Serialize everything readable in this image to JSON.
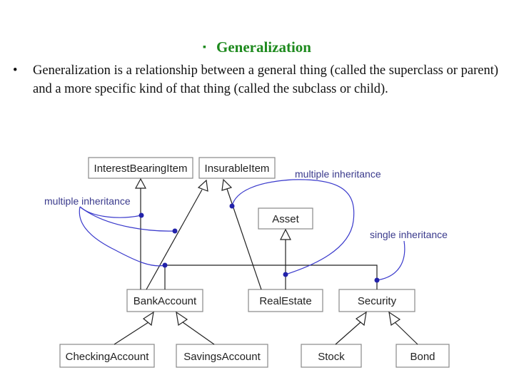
{
  "heading": {
    "bullet": "▪",
    "title": "Generalization"
  },
  "paragraph": {
    "bullet": "•",
    "text": "Generalization is a relationship between a general thing (called the superclass or parent) and a more specific kind of that thing (called the subclass or child)."
  },
  "diagram": {
    "classes": {
      "interest_bearing_item": "InterestBearingItem",
      "insurable_item": "InsurableItem",
      "asset": "Asset",
      "bank_account": "BankAccount",
      "real_estate": "RealEstate",
      "security": "Security",
      "checking_account": "CheckingAccount",
      "savings_account": "SavingsAccount",
      "stock": "Stock",
      "bond": "Bond"
    },
    "annotations": {
      "multiple_inheritance_left": "multiple inheritance",
      "multiple_inheritance_right": "multiple inheritance",
      "single_inheritance": "single inheritance"
    },
    "colors": {
      "annotation_line": "#3a3acc",
      "box_stroke": "#888888",
      "line": "#222222",
      "heading": "#1e8a1e"
    }
  }
}
